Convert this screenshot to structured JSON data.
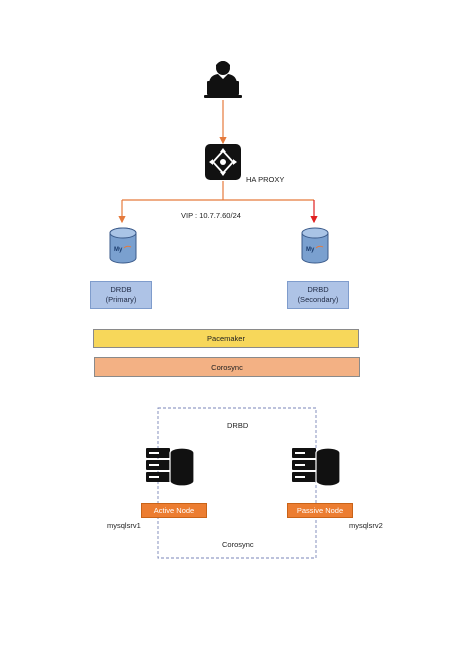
{
  "haproxy": {
    "label": "HA PROXY"
  },
  "vip": {
    "label": "VIP : 10.7.7.60/24"
  },
  "db_primary": {
    "logo": "My",
    "line1": "DRDB",
    "line2": "(Primary)"
  },
  "db_secondary": {
    "logo": "My",
    "line1": "DRBD",
    "line2": "(Secondary)"
  },
  "pacemaker": {
    "label": "Pacemaker",
    "color": "#f7d75a"
  },
  "corosync_bar": {
    "label": "Corosync",
    "color": "#f3b184"
  },
  "cluster": {
    "drbd_label": "DRBD",
    "corosync_label": "Corosync",
    "active": {
      "button": "Active Node",
      "host": "mysqlsrv1"
    },
    "passive": {
      "button": "Passive Node",
      "host": "mysqlsrv2"
    }
  },
  "colors": {
    "arrow": "#e57a3c",
    "arrow_red": "#e02020",
    "db_blue": "#7aa0cf",
    "node_orange": "#ec7d31"
  }
}
